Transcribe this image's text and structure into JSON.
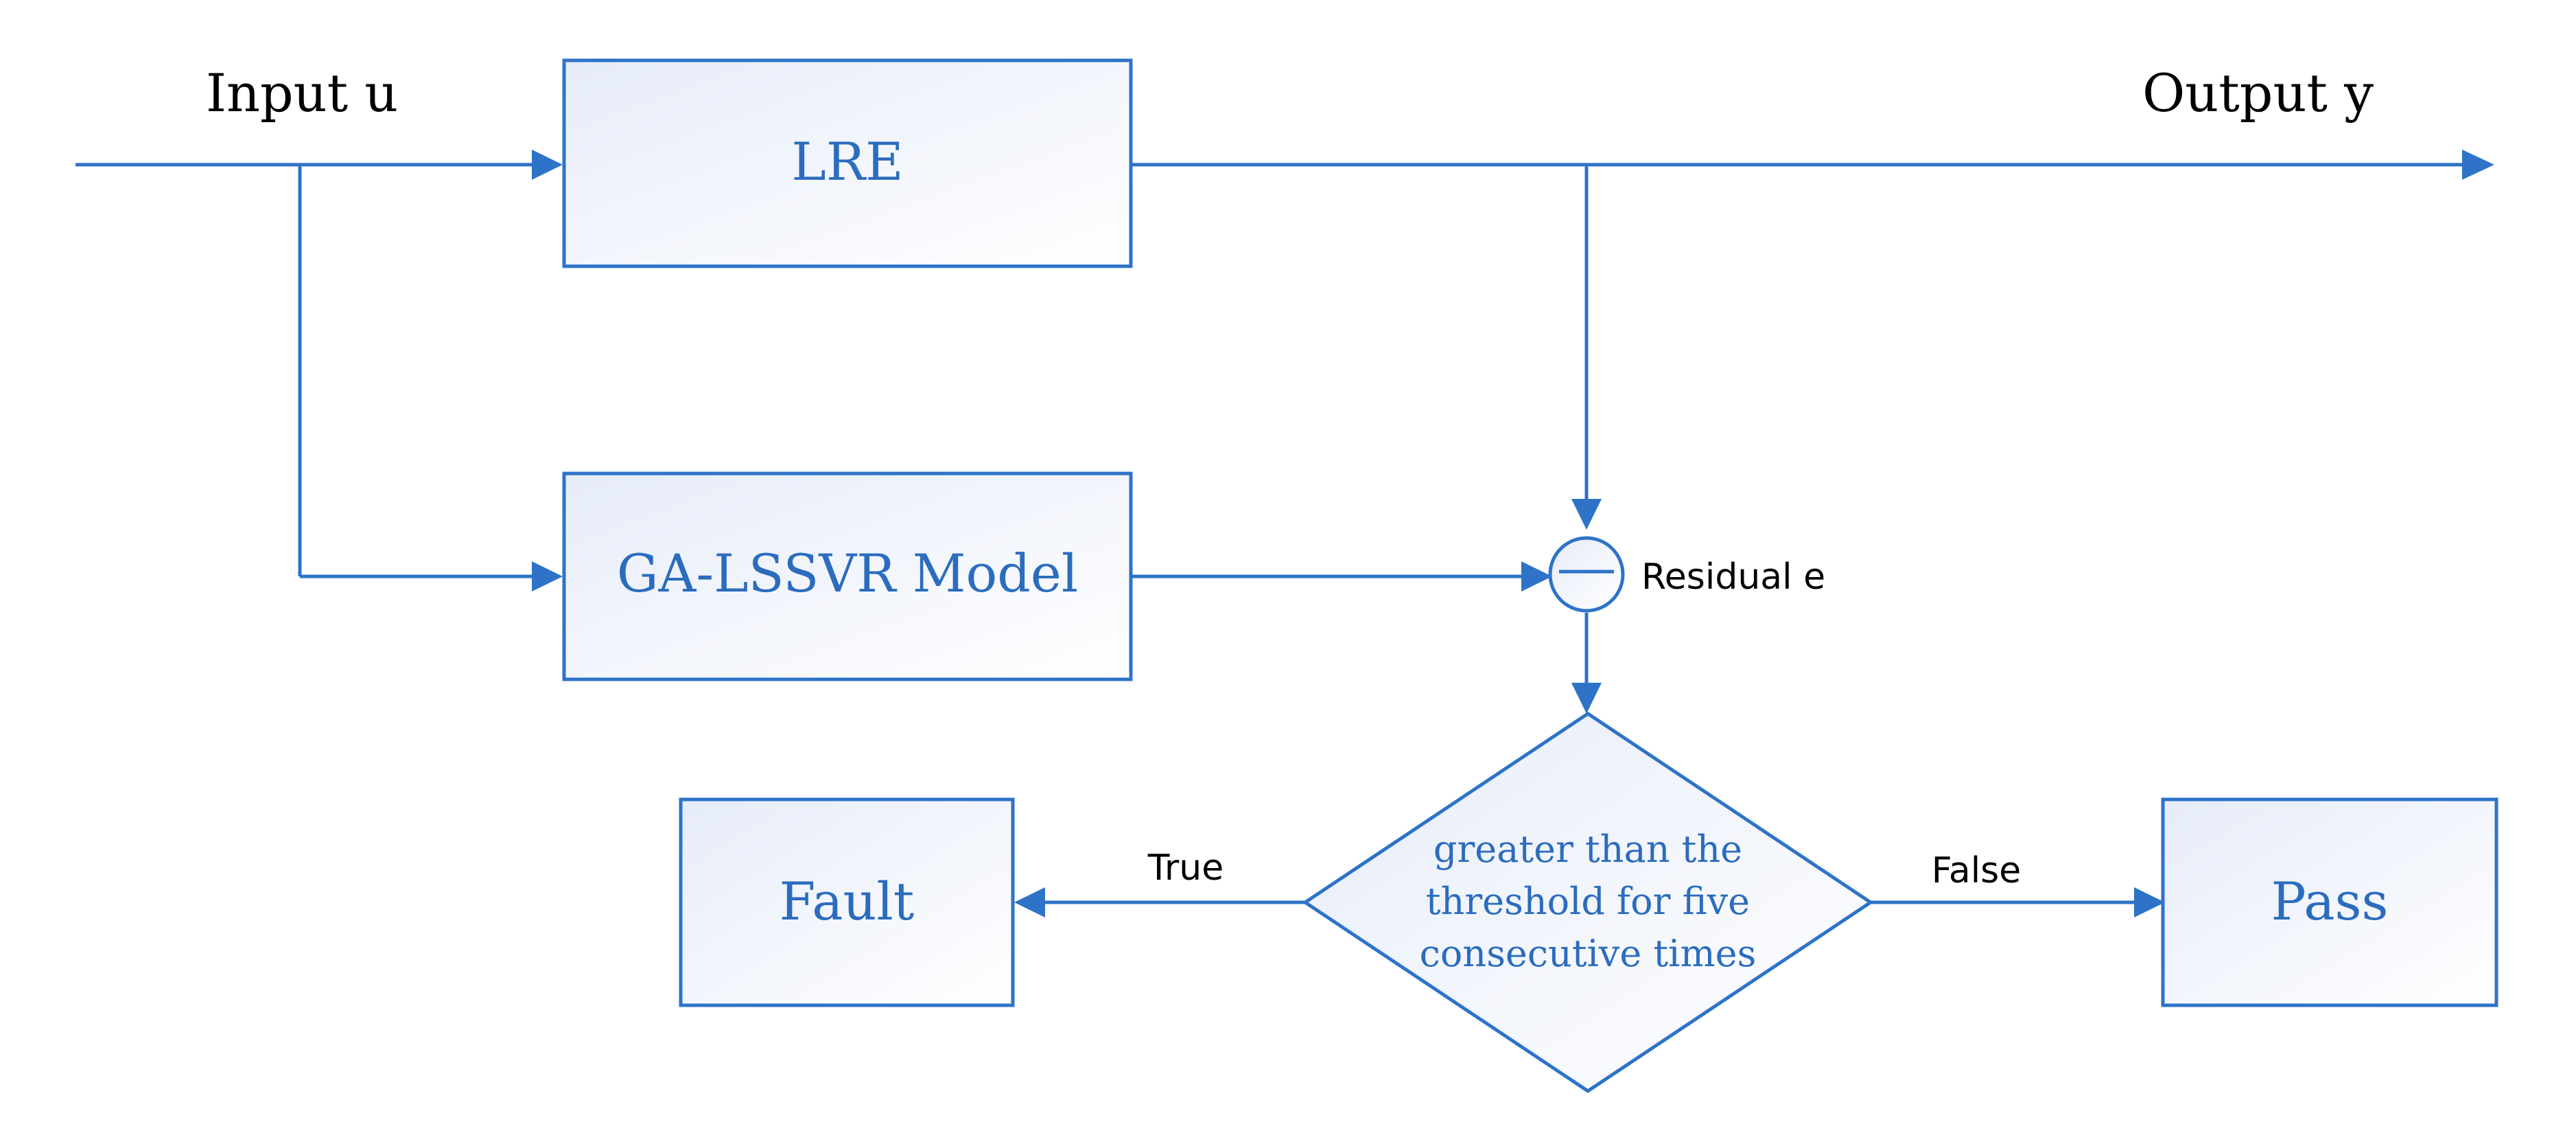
{
  "labels": {
    "input": "Input u",
    "output": "Output y",
    "residual": "Residual e",
    "true_branch": "True",
    "false_branch": "False"
  },
  "nodes": {
    "lre": "LRE",
    "ga_lssvr": "GA-LSSVR Model",
    "decision_line1": "greater than the",
    "decision_line2": "threshold for five",
    "decision_line3": "consecutive times",
    "fault": "Fault",
    "pass": "Pass",
    "subtractor_symbol": "−"
  },
  "colors": {
    "stroke": "#2e73c8",
    "box_text": "#2b6cbe",
    "box_fill_start": "#e6ecf8",
    "box_fill_end": "#ffffff"
  }
}
